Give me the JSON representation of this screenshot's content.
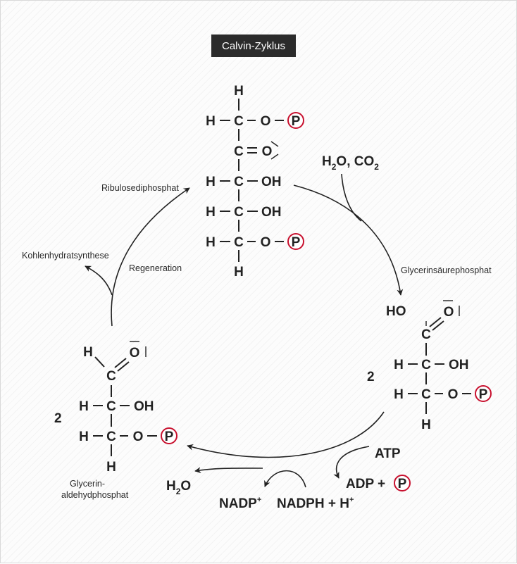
{
  "title": "Calvin-Zyklus",
  "atoms": {
    "H": "H",
    "C": "C",
    "O": "O",
    "OH": "OH",
    "HO": "HO",
    "P": "P"
  },
  "labels": {
    "ribulose": "Ribulosediphosphat",
    "kohlenhydrat": "Kohlenhydratsynthese",
    "regeneration": "Regeneration",
    "glycerinsaeure": "Glycerinsäurephosphat",
    "glycerinaldehyd_line1": "Glycerin-",
    "glycerinaldehyd_line2": "aldehydphosphat"
  },
  "coefficients": {
    "right": "2",
    "left": "2"
  },
  "reagents": {
    "h2o_co2": {
      "h": "H",
      "two": "2",
      "o_comma_co": "O, CO",
      "two_b": "2"
    },
    "atp": "ATP",
    "adp_plus": "ADP +",
    "h2o": {
      "h": "H",
      "two": "2",
      "o": "O"
    },
    "nadp": {
      "text": "NADP",
      "plus": "+"
    },
    "nadph": {
      "text": "NADPH + H",
      "plus": "+"
    }
  },
  "colors": {
    "accent_phosphate": "#c8102e",
    "title_bg": "#2b2b2b",
    "ink": "#222222"
  }
}
